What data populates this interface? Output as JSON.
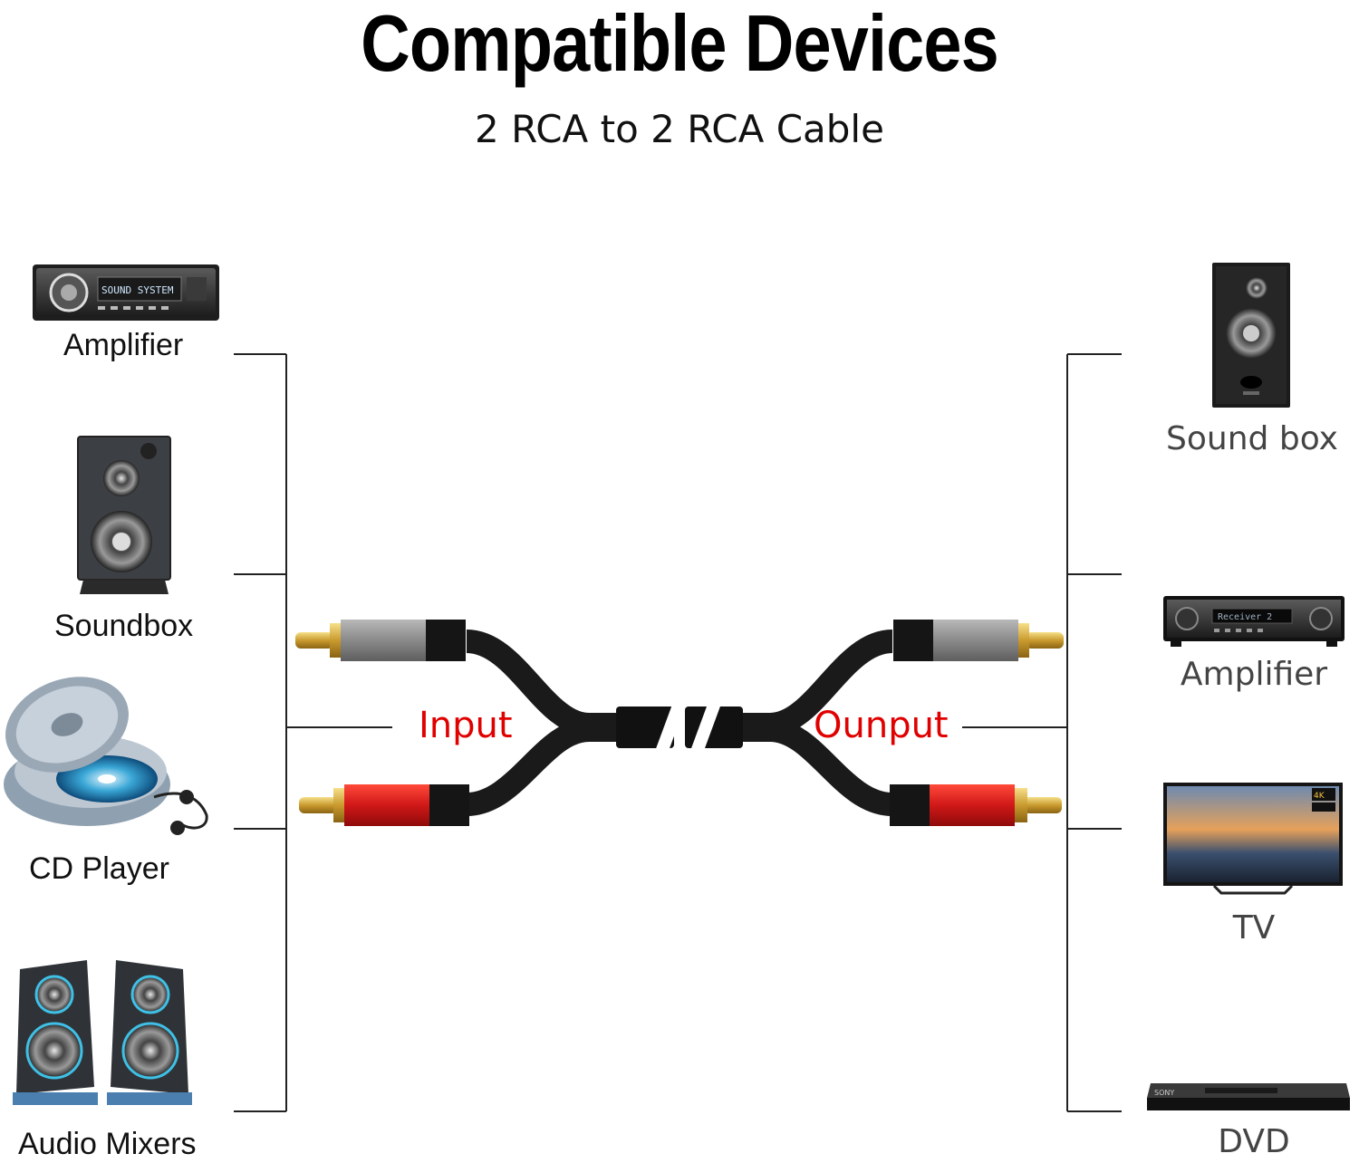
{
  "header": {
    "title": "Compatible Devices",
    "subtitle": "2 RCA to 2 RCA Cable"
  },
  "left_devices": [
    {
      "label": "Amplifier",
      "icon": "car-stereo-icon"
    },
    {
      "label": "Soundbox",
      "icon": "speaker-icon"
    },
    {
      "label": "CD Player",
      "icon": "cd-player-icon"
    },
    {
      "label": "Audio Mixers",
      "icon": "speakers-pair-icon"
    }
  ],
  "right_devices": [
    {
      "label": "Sound box",
      "icon": "bookshelf-speaker-icon"
    },
    {
      "label": "Amplifier",
      "icon": "av-receiver-icon"
    },
    {
      "label": "TV",
      "icon": "tv-icon"
    },
    {
      "label": "DVD",
      "icon": "dvd-player-icon"
    }
  ],
  "cable": {
    "input_label": "Input",
    "output_label": "Ounput",
    "label_color": "#e00000",
    "plug_colors": [
      "#8c8c8c",
      "#d01818"
    ]
  }
}
